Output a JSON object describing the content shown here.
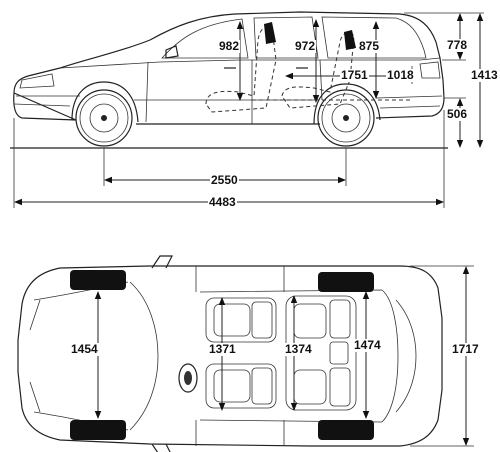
{
  "side_view": {
    "dimensions": {
      "front_headroom": "982",
      "rear_headroom": "972",
      "cargo_height": "875",
      "roof_height": "778",
      "overall_height": "1413",
      "rear_to_cargo_length": "1751",
      "cargo_length": "1018",
      "sill_height": "506",
      "wheelbase": "2550",
      "overall_length": "4483"
    }
  },
  "top_view": {
    "dimensions": {
      "front_track": "1454",
      "front_shoulder_width": "1371",
      "rear_shoulder_width": "1374",
      "rear_track": "1474",
      "overall_width": "1717"
    }
  }
}
